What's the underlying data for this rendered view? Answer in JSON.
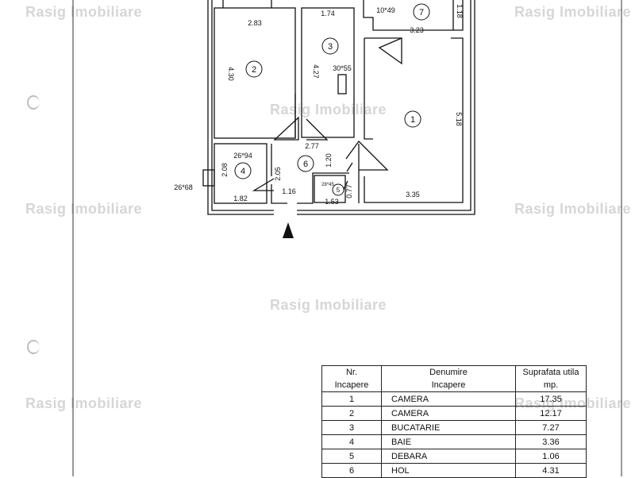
{
  "watermark": "Rasig Imobiliare",
  "rooms": [
    {
      "id": "1",
      "length": "5.18",
      "width": "3.35"
    },
    {
      "id": "2",
      "length": "4.30",
      "width": "2.83"
    },
    {
      "id": "3",
      "length": "4.27",
      "width": "1.74"
    },
    {
      "id": "4",
      "length": "2.08",
      "width": "1.82"
    },
    {
      "id": "5"
    },
    {
      "id": "6",
      "length": "2.05",
      "width": "2.77"
    },
    {
      "id": "7",
      "length": "1.18",
      "width": "3.23"
    }
  ],
  "dimensions": {
    "kitchen_wall": "30*55",
    "hall_top": "2.77",
    "hall_mid": "1.20",
    "hall_left": "1.16",
    "debara_w": "1.53",
    "debara_h": "0.77",
    "debara_inner": "28*45",
    "wall_a": "26*94",
    "wall_b": "26*68",
    "balcony_wall": "10*49"
  },
  "table": {
    "headers": {
      "nr": [
        "Nr.",
        "Incapere"
      ],
      "name": [
        "Denumire",
        "Incapere"
      ],
      "area": [
        "Suprafata utila",
        "mp."
      ]
    },
    "rows": [
      {
        "nr": "1",
        "name": "CAMERA",
        "area": "17.35"
      },
      {
        "nr": "2",
        "name": "CAMERA",
        "area": "12.17"
      },
      {
        "nr": "3",
        "name": "BUCATARIE",
        "area": "7.27"
      },
      {
        "nr": "4",
        "name": "BAIE",
        "area": "3.36"
      },
      {
        "nr": "5",
        "name": "DEBARA",
        "area": "1.06"
      },
      {
        "nr": "6",
        "name": "HOL",
        "area": "4.31"
      }
    ]
  }
}
